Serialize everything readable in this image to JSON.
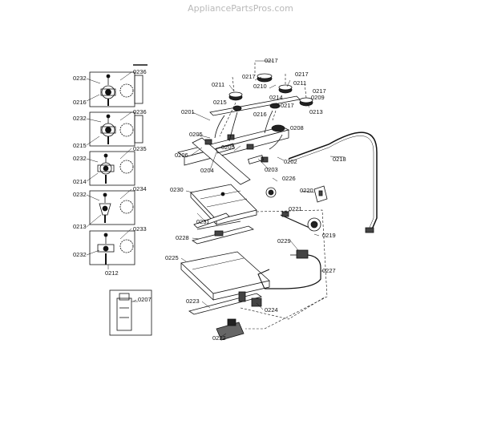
{
  "watermark": "AppliancePartsPros.com",
  "callouts": [
    {
      "id": "c0232a",
      "text": "0232"
    },
    {
      "id": "c0236a",
      "text": "0236"
    },
    {
      "id": "c0216",
      "text": "0216"
    },
    {
      "id": "c0232b",
      "text": "0232"
    },
    {
      "id": "c0236b",
      "text": "0236"
    },
    {
      "id": "c0215",
      "text": "0215"
    },
    {
      "id": "c0232c",
      "text": "0232"
    },
    {
      "id": "c0235",
      "text": "0235"
    },
    {
      "id": "c0214a",
      "text": "0214"
    },
    {
      "id": "c0232d",
      "text": "0232"
    },
    {
      "id": "c0234",
      "text": "0234"
    },
    {
      "id": "c0213a",
      "text": "0213"
    },
    {
      "id": "c0233",
      "text": "0233"
    },
    {
      "id": "c0232e",
      "text": "0232"
    },
    {
      "id": "c0212",
      "text": "0212"
    },
    {
      "id": "c0207",
      "text": "0207"
    },
    {
      "id": "c0217a",
      "text": "0217"
    },
    {
      "id": "c0217b",
      "text": "0217"
    },
    {
      "id": "c0217c",
      "text": "0217"
    },
    {
      "id": "c0211a",
      "text": "0211"
    },
    {
      "id": "c0210",
      "text": "0210"
    },
    {
      "id": "c0211b",
      "text": "0211"
    },
    {
      "id": "c0217d",
      "text": "0217"
    },
    {
      "id": "c0209",
      "text": "0209"
    },
    {
      "id": "c0215b",
      "text": "0215"
    },
    {
      "id": "c0214b",
      "text": "0214"
    },
    {
      "id": "c0217e",
      "text": "0217"
    },
    {
      "id": "c0213b",
      "text": "0213"
    },
    {
      "id": "c0201",
      "text": "0201"
    },
    {
      "id": "c0216b",
      "text": "0216"
    },
    {
      "id": "c0208",
      "text": "0208"
    },
    {
      "id": "c0205a",
      "text": "0205"
    },
    {
      "id": "c0205b",
      "text": "0205"
    },
    {
      "id": "c0206",
      "text": "0206"
    },
    {
      "id": "c0202",
      "text": "0202"
    },
    {
      "id": "c0218",
      "text": "0218"
    },
    {
      "id": "c0204",
      "text": "0204"
    },
    {
      "id": "c0203",
      "text": "0203"
    },
    {
      "id": "c0226",
      "text": "0226"
    },
    {
      "id": "c0230",
      "text": "0230"
    },
    {
      "id": "c0220",
      "text": "0220"
    },
    {
      "id": "c0221",
      "text": "0221"
    },
    {
      "id": "c0231",
      "text": "0231"
    },
    {
      "id": "c0219",
      "text": "0219"
    },
    {
      "id": "c0228",
      "text": "0228"
    },
    {
      "id": "c0229",
      "text": "0229"
    },
    {
      "id": "c0225",
      "text": "0225"
    },
    {
      "id": "c0227",
      "text": "0227"
    },
    {
      "id": "c0223",
      "text": "0223"
    },
    {
      "id": "c0224",
      "text": "0224"
    },
    {
      "id": "c0222",
      "text": "0222"
    }
  ]
}
